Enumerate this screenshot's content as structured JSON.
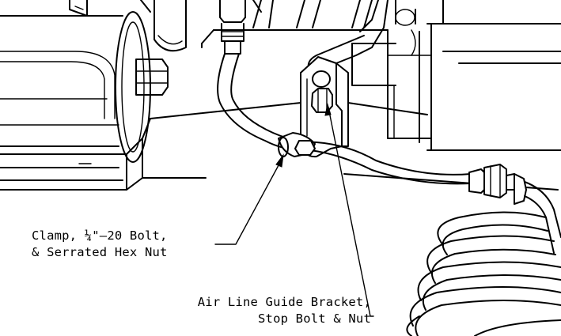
{
  "callouts": {
    "clamp": {
      "line1": "Clamp, ¼\"–20 Bolt,",
      "line2": "& Serrated Hex Nut"
    },
    "bracket": {
      "line1": "Air Line Guide Bracket,",
      "line2": "Stop Bolt & Nut"
    }
  },
  "colors": {
    "ink": "#000000",
    "paper": "#ffffff"
  }
}
